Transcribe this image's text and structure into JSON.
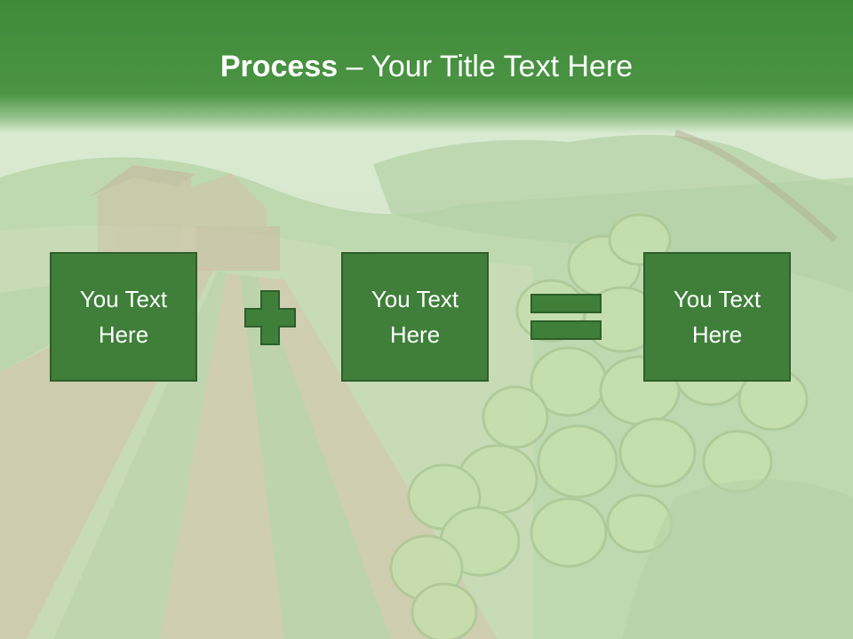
{
  "slide": {
    "title_bold": "Process",
    "title_rest": " – Your Title Text Here",
    "boxes": [
      {
        "text": "You Text Here"
      },
      {
        "text": "You Text Here"
      },
      {
        "text": "You Text Here"
      }
    ],
    "operators": [
      "plus-icon",
      "equals-icon"
    ]
  },
  "colors": {
    "title_band": "#4a9444",
    "box_fill": "#3f7f3a",
    "box_border": "#2e5f2a",
    "operator": "#3f7f3a",
    "text": "#ffffff"
  }
}
